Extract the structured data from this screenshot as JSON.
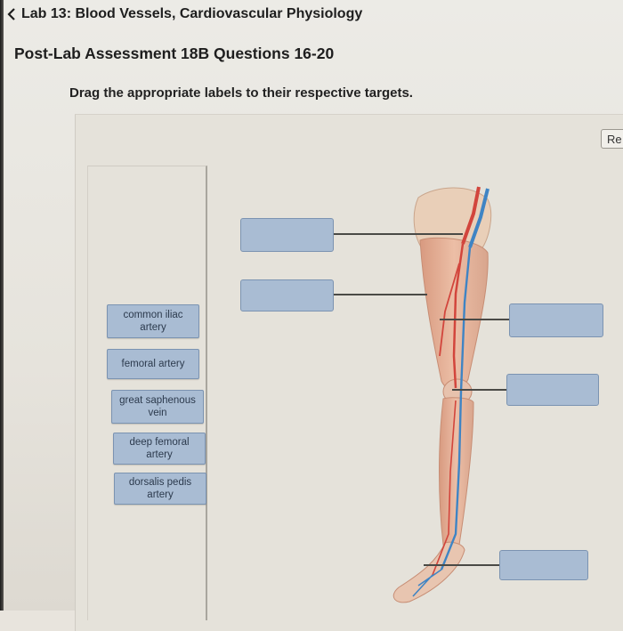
{
  "header": {
    "back_title": "Lab 13: Blood Vessels, Cardiovascular Physiology",
    "assessment_title": "Post-Lab Assessment 18B Questions 16-20"
  },
  "instructions": "Drag the appropriate labels to their respective targets.",
  "toolbar": {
    "reset_label": "Re"
  },
  "label_bank": [
    {
      "text": "common iliac artery"
    },
    {
      "text": "femoral artery"
    },
    {
      "text": "great saphenous vein"
    },
    {
      "text": "deep femoral artery"
    },
    {
      "text": "dorsalis pedis artery"
    }
  ],
  "drop_targets": [
    {
      "state": "empty"
    },
    {
      "state": "empty"
    },
    {
      "state": "empty"
    },
    {
      "state": "empty"
    },
    {
      "state": "empty"
    }
  ],
  "colors": {
    "label_fill": "#a9bcd3",
    "label_border": "#7b93b1",
    "artery": "#d2453c",
    "vein": "#3f84c4",
    "muscle": "#e2a98f"
  }
}
